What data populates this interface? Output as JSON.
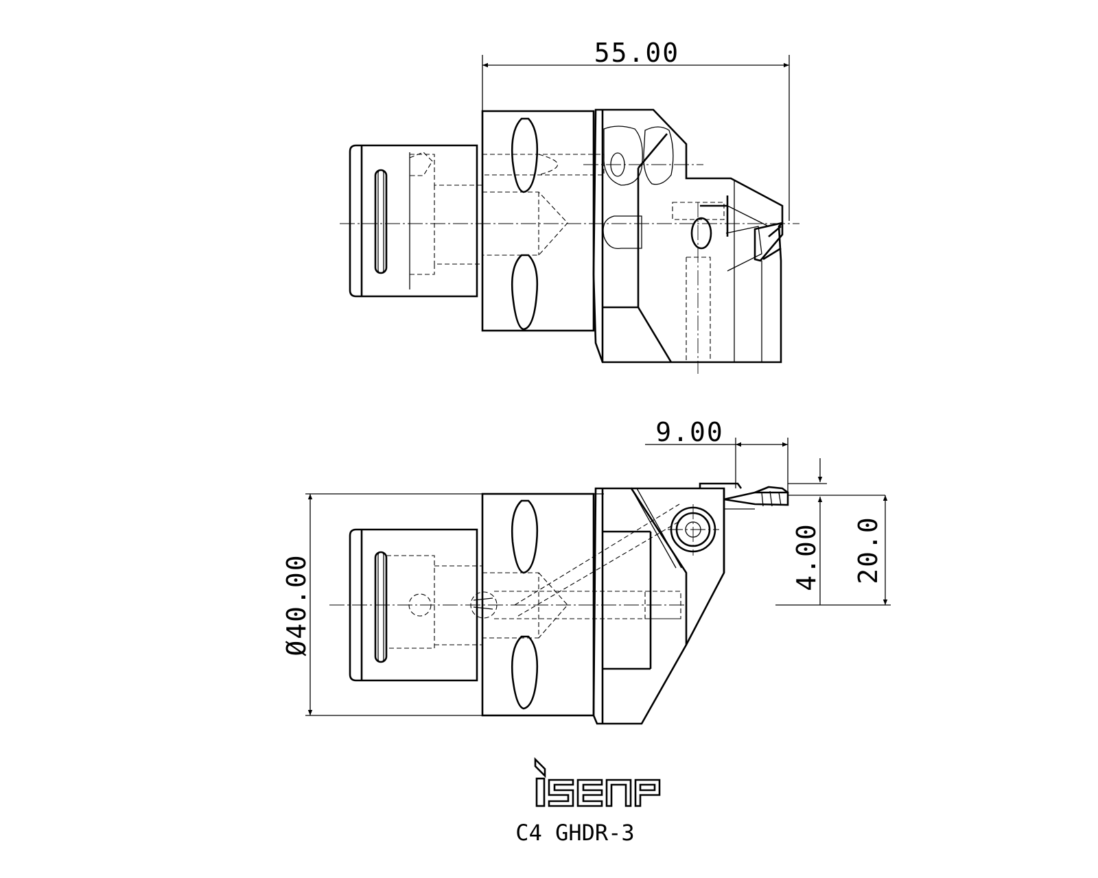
{
  "dimensions": {
    "length_top": "55.00",
    "width_bottom": "9.00",
    "diameter": "Ø40.00",
    "offset_small": "4.00",
    "height": "20.0"
  },
  "logo": {
    "text": "iscar"
  },
  "part_number": "C4 GHDR-3"
}
